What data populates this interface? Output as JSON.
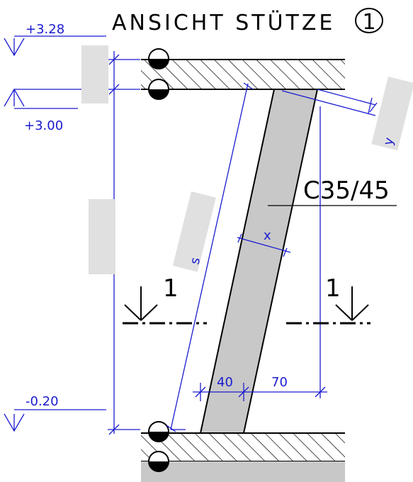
{
  "title": "ANSICHT STÜTZE",
  "detail_number": "1",
  "material": "C35/45",
  "elevations": {
    "top_slab_top": "+3.28",
    "top_slab_bottom": "+3.00",
    "bottom_slab_top": "-0.20"
  },
  "dimensions": {
    "column_width": "x",
    "column_depth": "y",
    "column_length": "s",
    "base_width": "40",
    "base_offset": "70"
  },
  "section": {
    "left_label": "1",
    "right_label": "1"
  },
  "colors": {
    "dimension_blue": "#1b1bd0",
    "column_fill": "#c8c8c8",
    "placeholder_grey": "#e0e0e0",
    "line_black": "#000000"
  }
}
